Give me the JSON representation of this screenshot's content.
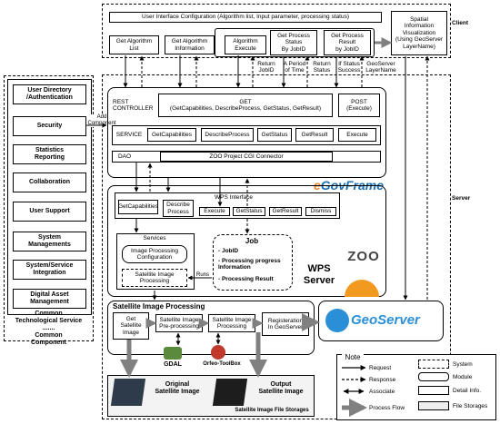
{
  "client": {
    "label": "Client",
    "config_title": "User Interface Configuration (Algorithm list, Input parameter, processing status)",
    "get_algo_list": "Get Algorithm\nList",
    "get_algo_info": "Get Algorithm\nInformation",
    "algo_execute": "Algorithm\nExecute",
    "get_process_status": "Get Process\nStatus\nBy JobID",
    "get_process_result": "Get Process\nResult\nby JobID",
    "spatial_viz": "Spatial\nInformation\nVisualization\n(Using GeoServer\nLayerName)"
  },
  "arrow_labels": {
    "return_jobid": "Return\nJobID",
    "period_of_time": "A Period\nof Time",
    "return_status": "Return\nStatus",
    "if_status_success": "If Status\nSuccess",
    "geoserver_layername": "GeoServer\nLayerName",
    "add_component": "Add\nComponent",
    "runs": "Runs"
  },
  "server": {
    "label": "Server"
  },
  "common": {
    "title": "Common\nTechnological Service\n.......\nCommon\nComponent",
    "items": [
      "User Directory\n/Authentication",
      "Security",
      "Statistics\nReporting",
      "Collaboration",
      "User Support",
      "System\nManagements",
      "System/Service\nIntegration",
      "Digital Asset\nManagement"
    ]
  },
  "egov": {
    "brand_e": "e",
    "brand_rest": "GovFrame",
    "rest_controller": "REST\nCONTROLLER",
    "get": "GET\n(GetCapabilities, DescribeProcess, GetStatus, GetResult)",
    "post": "POST\n(Execute)",
    "service": "SERVICE",
    "services": [
      "GetCapabilities",
      "DescribeProcess",
      "GetStatus",
      "GetResult",
      "Execute"
    ],
    "dao": "DAO",
    "zoo_connector": "ZOO Project CGI Connector"
  },
  "wps": {
    "interface_title": "WPS Interface",
    "get_capabilities": "GetCapabilities",
    "describe_process": "Describe\nProcess",
    "ops": [
      "Execute",
      "GetStatus",
      "GetResult",
      "Dismiss"
    ],
    "services_label": "Services",
    "img_config": "Image Processing\nConfiguration",
    "sat_processing": "Satellite Image\nProcessing",
    "job_title": "Job",
    "job_items": [
      "- JobID",
      "- Processing progress\n  Information",
      "- Processing Result"
    ],
    "server_label": "WPS\nServer",
    "zoo_logo": "ZOO"
  },
  "satellite": {
    "title": "Satellite Image Processing",
    "get_image": "Get\nSatellite\nImage",
    "preprocess": "Satellite Image\nPre-processing",
    "processing": "Satellite Image\nProcessing",
    "register": "Registeration\nIn GeoServer",
    "gdal": "GDAL",
    "otb": "Orfeo-ToolBox",
    "original": "Original\nSatellite Image",
    "output": "Output\nSatellite Image",
    "storage": "Satellite Image File Storages"
  },
  "geoserver": {
    "logo": "GeoServer"
  },
  "note": {
    "title": "Note",
    "request": "Request",
    "response": "Response",
    "associate": "Associate",
    "process_flow": "Process Flow",
    "system": "System",
    "module": "Module",
    "detail": "Detail Info.",
    "file_storages": "File Storages"
  },
  "colors": {
    "egov_blue": "#1a6fb5",
    "egov_e": "#e8852b",
    "zoo_orange": "#f29a1f",
    "geoserver_blue": "#2a8fd6",
    "flow_gray": "#808080"
  }
}
